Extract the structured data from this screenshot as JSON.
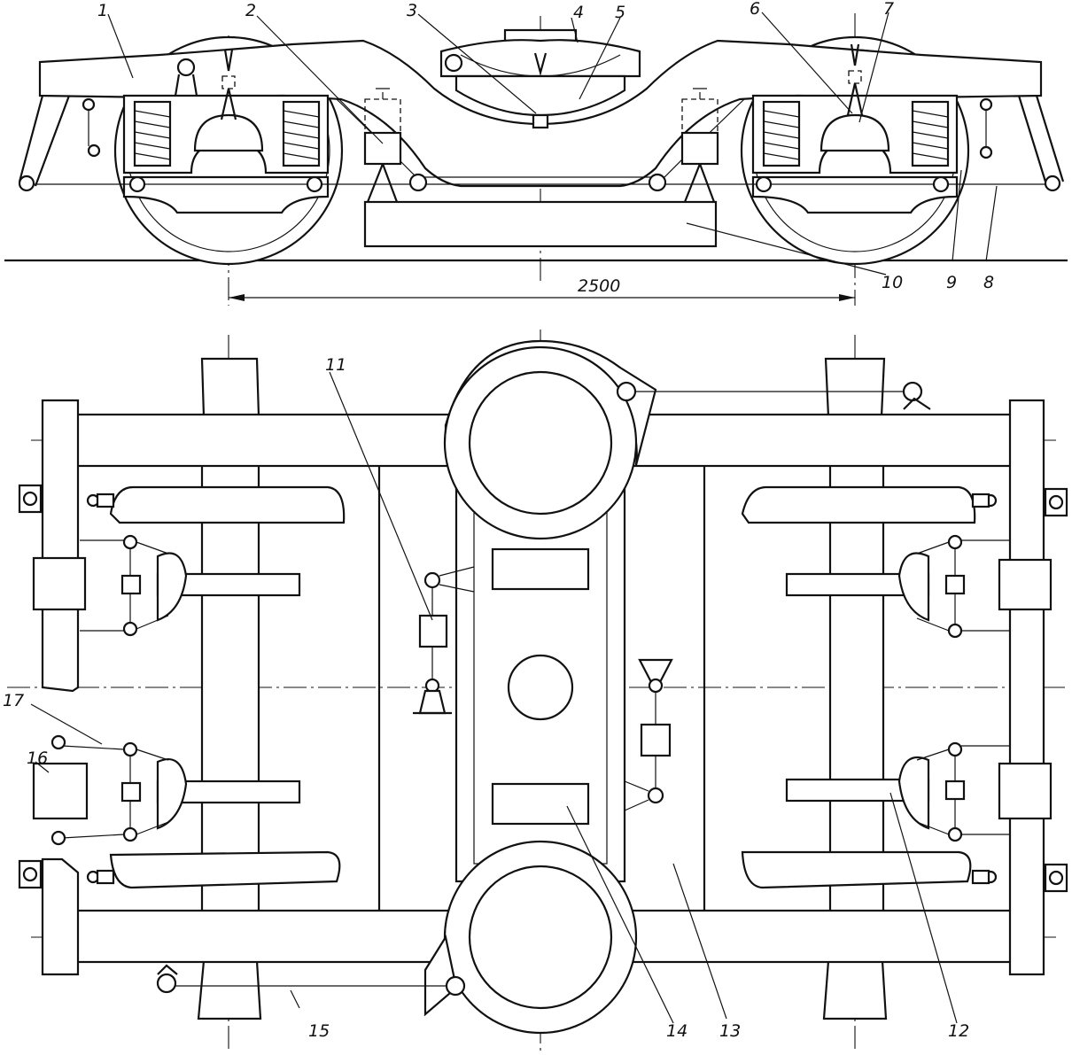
{
  "labels": {
    "l1": "1",
    "l2": "2",
    "l3": "3",
    "l4": "4",
    "l5": "5",
    "l6": "6",
    "l7": "7",
    "l8": "8",
    "l9": "9",
    "l10": "10",
    "l11": "11",
    "l12": "12",
    "l13": "13",
    "l14": "14",
    "l15": "15",
    "l16": "16",
    "l17": "17"
  },
  "dimension": {
    "wheelbase": "2500"
  },
  "colors": {
    "ink": "#111111",
    "paper": "#ffffff"
  }
}
